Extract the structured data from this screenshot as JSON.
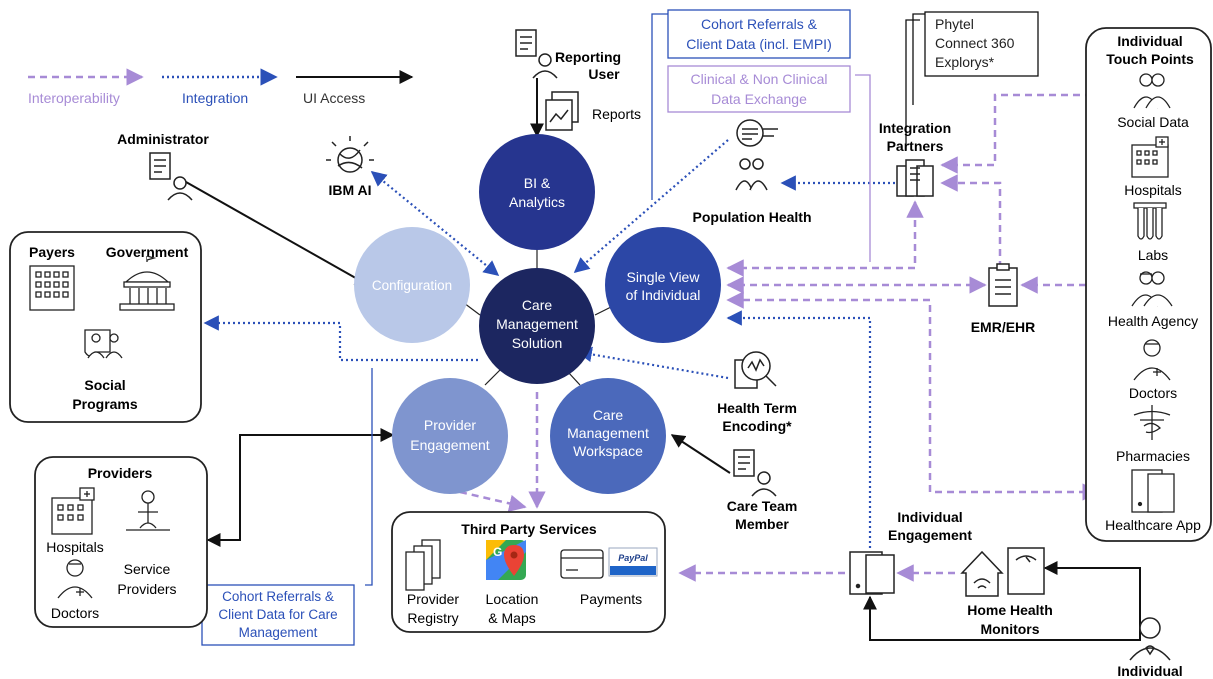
{
  "legend": {
    "interoperability": "Interoperability",
    "integration": "Integration",
    "ui_access": "UI Access"
  },
  "colors": {
    "interoperability": "#a78bd6",
    "integration": "#2b50b8",
    "ui_access": "#111111",
    "hub": "#1c2660",
    "bi": "#26358f",
    "single_view": "#2c47a6",
    "workspace": "#4b69bb",
    "provider": "#7f95cf",
    "configuration": "#b9c8e8"
  },
  "hub": {
    "line1": "Care",
    "line2": "Management",
    "line3": "Solution"
  },
  "circles": {
    "bi": {
      "line1": "BI &",
      "line2": "Analytics"
    },
    "single_view": {
      "line1": "Single View",
      "line2": "of Individual"
    },
    "workspace": {
      "line1": "Care",
      "line2": "Management",
      "line3": "Workspace"
    },
    "provider": {
      "line1": "Provider",
      "line2": "Engagement"
    },
    "configuration": {
      "line1": "Configuration"
    }
  },
  "actors": {
    "administrator": "Administrator",
    "ibm_ai": "IBM AI",
    "reporting_user": {
      "line1": "Reporting",
      "line2": "User"
    },
    "reports": "Reports",
    "population_health": "Population Health",
    "integration_partners": {
      "line1": "Integration",
      "line2": "Partners"
    },
    "emr": "EMR/EHR",
    "health_term": {
      "line1": "Health Term",
      "line2": "Encoding*"
    },
    "care_team": {
      "line1": "Care  Team",
      "line2": "Member"
    },
    "individual_engagement": {
      "line1": "Individual",
      "line2": "Engagement"
    },
    "home_health": {
      "line1": "Home Health",
      "line2": "Monitors"
    },
    "individual": "Individual"
  },
  "callouts": {
    "cohort_top": {
      "line1": "Cohort Referrals &",
      "line2": "Client Data (incl. EMPI)"
    },
    "clinical": {
      "line1": "Clinical & Non Clinical",
      "line2": "Data Exchange"
    },
    "phytel": {
      "line1": "Phytel",
      "line2": "Connect 360",
      "line3": "Explorys*"
    },
    "cohort_bottom": {
      "line1": "Cohort Referrals &",
      "line2": "Client Data for Care",
      "line3": "Management"
    }
  },
  "payers_box": {
    "payers": "Payers",
    "government": "Government",
    "social": {
      "line1": "Social",
      "line2": "Programs"
    }
  },
  "providers_box": {
    "title": "Providers",
    "hospitals": "Hospitals",
    "doctors": "Doctors",
    "service": {
      "line1": "Service",
      "line2": "Providers"
    }
  },
  "third_party": {
    "title": "Third Party Services",
    "registry": {
      "line1": "Provider",
      "line2": "Registry"
    },
    "location": {
      "line1": "Location",
      "line2": "& Maps"
    },
    "payments": "Payments",
    "paypal": "PayPal"
  },
  "touch_points": {
    "title": {
      "line1": "Individual",
      "line2": "Touch Points"
    },
    "items": [
      "Social Data",
      "Hospitals",
      "Labs",
      "Health Agency",
      "Doctors",
      "Pharmacies",
      "Healthcare App"
    ]
  }
}
